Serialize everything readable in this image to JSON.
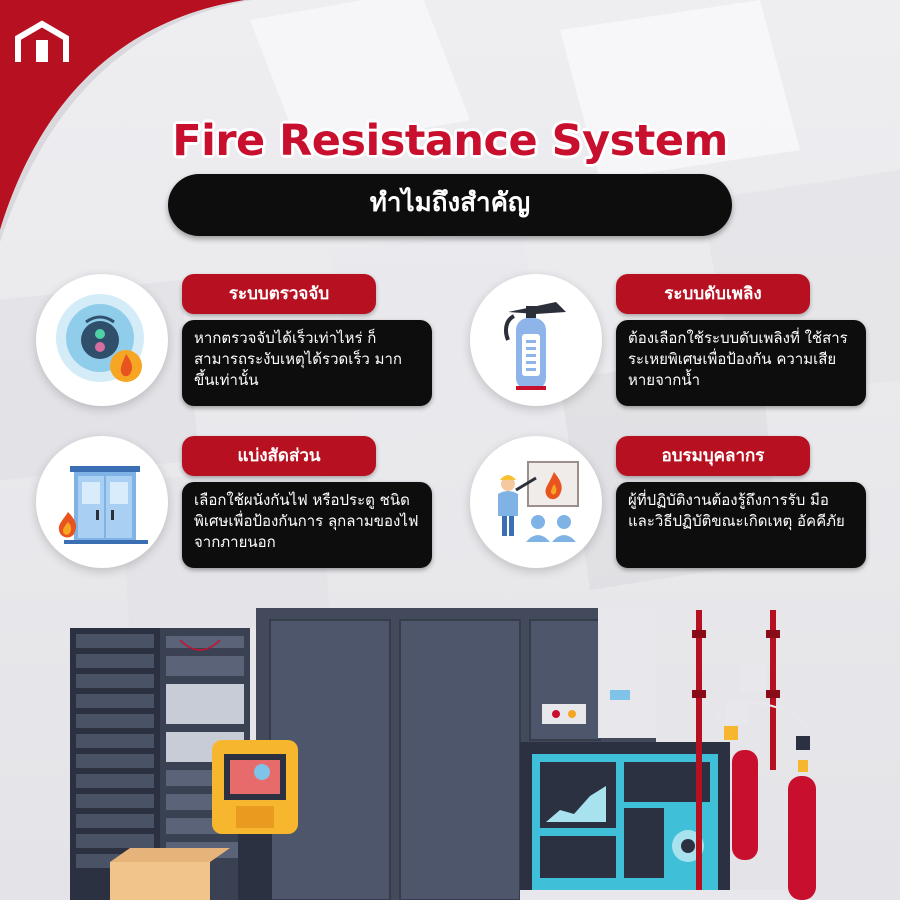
{
  "header": {
    "title": "Fire Resistance System",
    "subtitle": "ทำไมถึงสำคัญ"
  },
  "features": [
    {
      "label": "ระบบตรวจจับ",
      "description": "หากตรวจจับได้เร็วเท่าไหร่ ก็สามารถระงับเหตุได้รวดเร็ว มากขึ้นเท่านั้น",
      "icon": "smoke-detector-icon"
    },
    {
      "label": "ระบบดับเพลิง",
      "description": "ต้องเลือกใช้ระบบดับเพลิงที่ ใช้สารระเหยพิเศษเพื่อป้องกัน ความเสียหายจากน้ำ",
      "icon": "fire-extinguisher-icon"
    },
    {
      "label": "แบ่งสัดส่วน",
      "description": "เลือกใช้ผนังกันไฟ หรือประตู ชนิดพิเศษเพื่อป้องกันการ ลุกลามของไฟจากภายนอก",
      "icon": "fire-door-icon"
    },
    {
      "label": "อบรมบุคลากร",
      "description": "ผู้ที่ปฏิบัติงานต้องรู้ถึงการรับ มือ และวิธีปฏิบัติขณะเกิดเหตุ อัคคีภัย",
      "icon": "training-icon"
    }
  ],
  "colors": {
    "brand_red": "#b71021",
    "title_red": "#c8102e",
    "pill_black": "#0d0d0d"
  }
}
